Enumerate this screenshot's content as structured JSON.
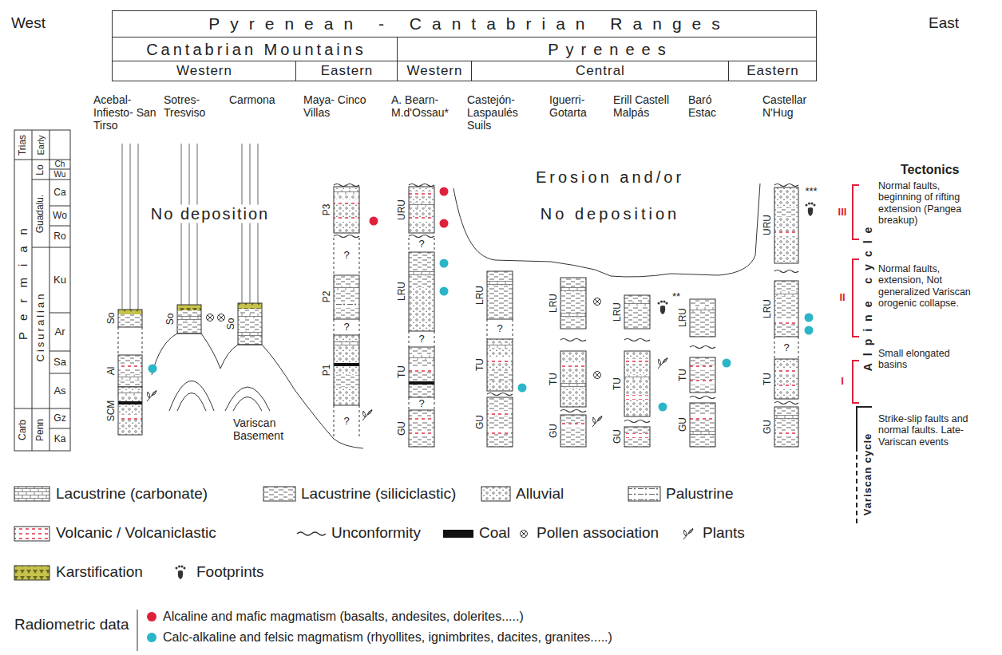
{
  "diagram": {
    "nodes": [
      {
        "text": [
          "Pyrenean - Cantabrian Ranges"
        ]
      },
      {
        "text": [
          "Cantabrian Mountains"
        ]
      },
      {
        "text": [
          "Pyrenees"
        ]
      },
      {
        "text": [
          "Western"
        ]
      },
      {
        "text": [
          "Eastern"
        ]
      },
      {
        "text": [
          "Western"
        ]
      },
      {
        "text": [
          "Central"
        ]
      },
      {
        "text": [
          "Eastern"
        ]
      }
    ],
    "labels": [
      "West",
      "East",
      "Acebal- Infiesto- San Tirso",
      "Sotres- Tresviso",
      "Carmona",
      "Maya- Cinco Villas",
      "A. Bearn- M.d'Ossau*",
      "Castejón- Laspaulés Suils",
      "Iguerri- Gotarta",
      "Erill Castell Malpás",
      "Baró Estac",
      "Castellar N'Hug",
      "Trias",
      "Early",
      "Ch",
      "Wu",
      "Lo",
      "Ca",
      "Wo",
      "Ro",
      "Guadalu.",
      "Ku",
      "Ar",
      "Sa",
      "As",
      "Cisuralian",
      "Permian",
      "Gz",
      "Ka",
      "Penn",
      "Carb",
      "No deposition",
      "Variscan Basement",
      "Erosion and/or",
      "No deposition",
      "SCM",
      "Al",
      "So",
      "So",
      "So",
      "P3",
      "P2",
      "P1",
      "URU",
      "LRU",
      "TU",
      "GU",
      "LRU",
      "TU",
      "GU",
      "LRU",
      "TU",
      "GU",
      "LRU",
      "TU",
      "GU",
      "LRU",
      "TU",
      "GU",
      "URU",
      "LRU",
      "TU",
      "GU",
      "?",
      "?",
      "?",
      "?",
      "?",
      "?",
      "?",
      "?",
      "**",
      "***",
      "Tectonics",
      "Normal faults, beginning of rifting extension (Pangea breakup)",
      "Normal faults, extension, Not generalized Variscan orogenic collapse.",
      "Small elongated basins",
      "Strike-slip faults and normal faults. Late-Variscan events",
      "III",
      "II",
      "I",
      "Alpine cycle",
      "Variscan cycle",
      "Radiometric data"
    ],
    "legend": [
      {
        "text": "Lacustrine (carbonate)"
      },
      {
        "text": "Lacustrine (siliciclastic)"
      },
      {
        "text": "Alluvial"
      },
      {
        "text": "Palustrine"
      },
      {
        "text": "Volcanic / Volcaniclastic"
      },
      {
        "text": "Unconformity"
      },
      {
        "text": "Coal"
      },
      {
        "text": "Pollen association"
      },
      {
        "text": "Plants"
      },
      {
        "text": "Karstification"
      },
      {
        "text": "Footprints"
      },
      {
        "text": "Alcaline and mafic magmatism (basalts, andesites, dolerites.....)",
        "color": "#e0203a"
      },
      {
        "text": "Calc-alkaline and felsic magmatism (rhyollites, ignimbrites, dacites, granites.....)",
        "color": "#2ab5c8"
      }
    ]
  }
}
